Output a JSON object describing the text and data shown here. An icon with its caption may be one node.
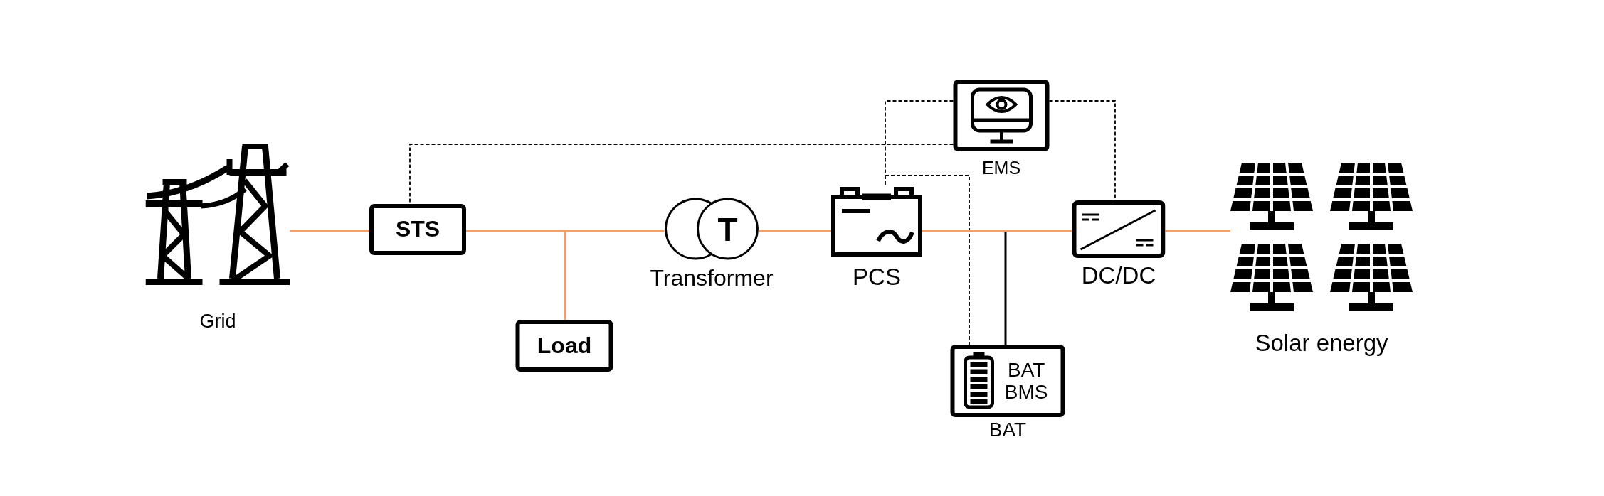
{
  "diagram": {
    "nodes": [
      {
        "text": [
          "Grid"
        ]
      },
      {
        "text": [
          "STS"
        ]
      },
      {
        "text": [
          "Load"
        ]
      },
      {
        "text": [
          "T",
          "Transformer"
        ]
      },
      {
        "text": [
          "PCS"
        ]
      },
      {
        "text": [
          "EMS"
        ]
      },
      {
        "text": [
          "BAT BMS",
          "BAT"
        ]
      },
      {
        "text": [
          "DC/DC"
        ]
      },
      {
        "text": [
          "Solar energy"
        ]
      }
    ],
    "edges": [
      {
        "from": 0,
        "to": 1,
        "arrow": "none"
      },
      {
        "from": 1,
        "to": 3,
        "arrow": "none"
      },
      {
        "from": 1,
        "to": 2,
        "arrow": "none"
      },
      {
        "from": 3,
        "to": 4,
        "arrow": "none"
      },
      {
        "from": 4,
        "to": 7,
        "arrow": "none"
      },
      {
        "from": 4,
        "to": 6,
        "arrow": "none",
        "color": "#000000"
      },
      {
        "from": 7,
        "to": 8,
        "arrow": "none"
      },
      {
        "from": 5,
        "to": 1,
        "arrow": "none",
        "style": "dashed",
        "color": "#000000"
      },
      {
        "from": 5,
        "to": 4,
        "arrow": "none",
        "style": "dashed",
        "color": "#000000"
      },
      {
        "from": 5,
        "to": 6,
        "arrow": "none",
        "style": "dashed",
        "color": "#000000"
      },
      {
        "from": 5,
        "to": 7,
        "arrow": "none",
        "style": "dashed",
        "color": "#000000"
      }
    ]
  }
}
